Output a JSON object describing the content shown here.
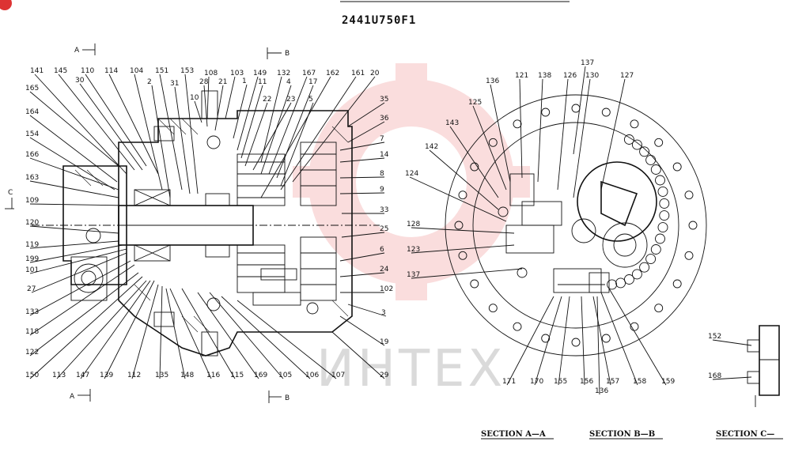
{
  "drawing": {
    "part_number": "2441U750F1",
    "watermark": "ИНТЕХ",
    "markers": {
      "a_top": "A",
      "b_top": "B",
      "a_bottom": "A",
      "b_bottom": "B",
      "c_left": "C"
    },
    "sections": [
      "SECTION A—A",
      "SECTION B—B",
      "SECTION C—"
    ],
    "left_labels": [
      "141",
      "145",
      "30",
      "110",
      "114",
      "104",
      "2",
      "151",
      "31",
      "153",
      "108",
      "103",
      "1",
      "149",
      "132",
      "167",
      "162",
      "161",
      "20",
      "10",
      "28",
      "21",
      "11",
      "22",
      "23",
      "4",
      "17",
      "5",
      "35",
      "36",
      "165",
      "164",
      "154",
      "166",
      "163",
      "109",
      "120",
      "119",
      "199",
      "101",
      "27",
      "133",
      "118",
      "122",
      "150",
      "113",
      "147",
      "139",
      "112",
      "135",
      "148",
      "116",
      "115",
      "169",
      "105",
      "106",
      "107",
      "29",
      "19",
      "3",
      "102",
      "24",
      "6",
      "25",
      "33",
      "9",
      "8",
      "14",
      "7"
    ],
    "right_labels": [
      "137",
      "121",
      "138",
      "126",
      "130",
      "127",
      "136",
      "125",
      "143",
      "142",
      "124",
      "128",
      "123",
      "137",
      "171",
      "170",
      "155",
      "156",
      "157",
      "158",
      "159",
      "136"
    ],
    "c_labels": [
      "152",
      "168"
    ]
  }
}
